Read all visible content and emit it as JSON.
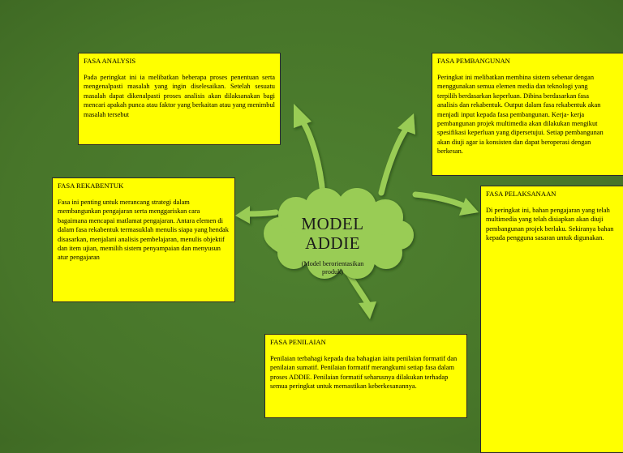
{
  "center": {
    "title_line1": "MODEL",
    "title_line2": "ADDIE",
    "subtitle_line1": "(Model berorientasikan",
    "subtitle_line2": "produk)"
  },
  "boxes": {
    "analysis": {
      "title": "FASA ANALYSIS",
      "text": "Pada peringkat ini ia melibatkan beberapa proses penentuan serta mengenalpasti masalah yang ingin diselesaikan. Setelah sesuatu masalah dapat dikenalpasti proses analisis akan dilaksanakan bagi mencari apakah punca atau faktor yang berkaitan atau yang menimbul masalah tersebut"
    },
    "pembangunan": {
      "title": "FASA PEMBANGUNAN",
      "lines": [
        "Peringkat ini melibatkan membina sistem sebenar dengan",
        "menggunakan semua elemen media dan teknologi yang",
        "terpilih berdasarkan keperluan. Dibina berdasarkan fasa",
        "analisis dan rekabentuk. Output dalam fasa rekabentuk akan",
        "menjadi input kepada fasa pembangunan. Kerja- kerja",
        "pembangunan projek multimedia akan dilakukan mengikut",
        "spesifikasi keperluan yang dipersetujui. Setiap pembangunan",
        "akan diuji agar ia konsisten dan dapat beroperasi dengan",
        "berkesan."
      ]
    },
    "rekabentuk": {
      "title": "FASA REKABENTUK",
      "text": "Fasa ini penting untuk merancang strategi dalam membangunkan pengajaran serta menggariskan cara bagaimana mencapai matlamat pengajaran. Antara elemen di dalam fasa rekabentuk termasuklah menulis siapa yang hendak disasarkan, menjalani analisis pembelajaran, menulis objektif dan item ujian, memilih sistem penyampaian dan menyusun atur pengajaran"
    },
    "pelaksanaan": {
      "title": "FASA PELAKSANAAN",
      "lines": [
        "Di peringkat ini, bahan pengajaran yang telah",
        "multimedia yang telah disiapkan akan diuji",
        "pembangunan projek berlaku. Sekiranya bahan",
        "kepada pengguna sasaran untuk digunakan."
      ]
    },
    "penilaian": {
      "title": "FASA PENILAIAN",
      "text": "Penilaian terbahagi kepada dua bahagian iaitu penilaian formatif dan penilaian sumatif. Penilaian formatif merangkumi setiap fasa dalam proses ADDIE. Penilaian formatif seharusnya dilakukan terhadap semua peringkat untuk memastikan keberkesanannya."
    }
  },
  "colors": {
    "background": "#4a7a2c",
    "box_fill": "#ffff00",
    "cloud_fill": "#99cc55",
    "arrow_fill": "#99cc55"
  }
}
